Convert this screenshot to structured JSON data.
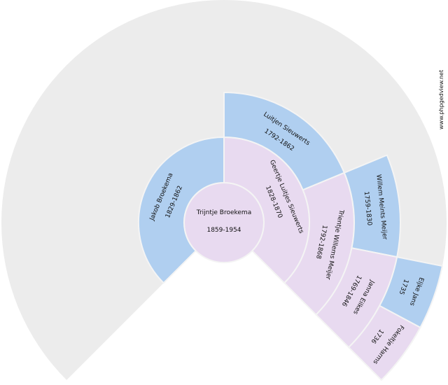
{
  "watermark": "www.phpgedview.net",
  "colors": {
    "male": "#b0cff0",
    "female": "#e8daf0",
    "empty": "#ececec",
    "border": "#f4f4f4"
  },
  "people": [
    {
      "gen": 0,
      "pos": 0,
      "name": "Trijntje Broekema",
      "dates": "1859-1954",
      "sex": "female"
    },
    {
      "gen": 1,
      "pos": 0,
      "name": "Jakob Broekema",
      "dates": "1829-1862",
      "sex": "male"
    },
    {
      "gen": 1,
      "pos": 1,
      "name": "Geertje Luitjes Sieuwerts",
      "dates": "1828-1870",
      "sex": "female"
    },
    {
      "gen": 2,
      "pos": 2,
      "name": "Luitjen Sieuwerts",
      "dates": "1792-1862",
      "sex": "male"
    },
    {
      "gen": 2,
      "pos": 3,
      "name": "Trientje Willems Meijer",
      "dates": "1792-1868",
      "sex": "female"
    },
    {
      "gen": 3,
      "pos": 6,
      "name": "Willem Meints Meijer",
      "dates": "1759-1830",
      "sex": "male"
    },
    {
      "gen": 3,
      "pos": 7,
      "name": "Janna Eilkes",
      "dates": "1769-1846",
      "sex": "female"
    },
    {
      "gen": 4,
      "pos": 14,
      "name": "Eljke Jans",
      "dates": "1735",
      "sex": "male"
    },
    {
      "gen": 4,
      "pos": 15,
      "name": "Fokeltje Harms",
      "dates": "1736",
      "sex": "female"
    }
  ]
}
